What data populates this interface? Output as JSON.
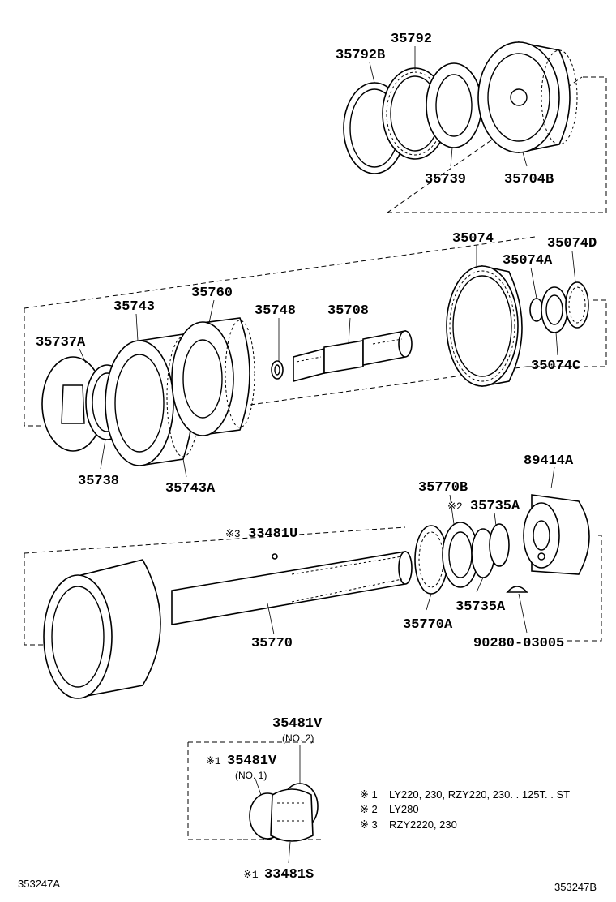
{
  "diagram_codes": {
    "left": "353247A",
    "right": "353247B"
  },
  "parts": [
    {
      "id": "p1",
      "number": "35792B"
    },
    {
      "id": "p2",
      "number": "35792"
    },
    {
      "id": "p3",
      "number": "35739"
    },
    {
      "id": "p4",
      "number": "35704B"
    },
    {
      "id": "p5",
      "number": "35074"
    },
    {
      "id": "p6",
      "number": "35074D"
    },
    {
      "id": "p7",
      "number": "35074A"
    },
    {
      "id": "p8",
      "number": "35074C"
    },
    {
      "id": "p9",
      "number": "35743"
    },
    {
      "id": "p10",
      "number": "35760"
    },
    {
      "id": "p11",
      "number": "35748"
    },
    {
      "id": "p12",
      "number": "35708"
    },
    {
      "id": "p13",
      "number": "35737A"
    },
    {
      "id": "p14",
      "number": "35738"
    },
    {
      "id": "p15",
      "number": "35743A"
    },
    {
      "id": "p16",
      "number": "89414A"
    },
    {
      "id": "p17",
      "number": "35770B"
    },
    {
      "id": "p18",
      "number": "35735A",
      "mark": "※2"
    },
    {
      "id": "p19",
      "number": "33481U",
      "mark": "※3"
    },
    {
      "id": "p20",
      "number": "35735A"
    },
    {
      "id": "p21",
      "number": "35770A"
    },
    {
      "id": "p22",
      "number": "35770"
    },
    {
      "id": "p23",
      "number": "90280-03005"
    },
    {
      "id": "p24",
      "number": "35481V",
      "sub": "(NO. 2)"
    },
    {
      "id": "p25",
      "number": "35481V",
      "mark": "※1",
      "sub": "(NO. 1)"
    },
    {
      "id": "p26",
      "number": "33481S",
      "mark": "※1"
    }
  ],
  "notes": [
    {
      "mark": "※ 1",
      "text": "LY220, 230, RZY220, 230. . 125T. . ST"
    },
    {
      "mark": "※ 2",
      "text": "LY280"
    },
    {
      "mark": "※ 3",
      "text": "RZY2220, 230"
    }
  ]
}
